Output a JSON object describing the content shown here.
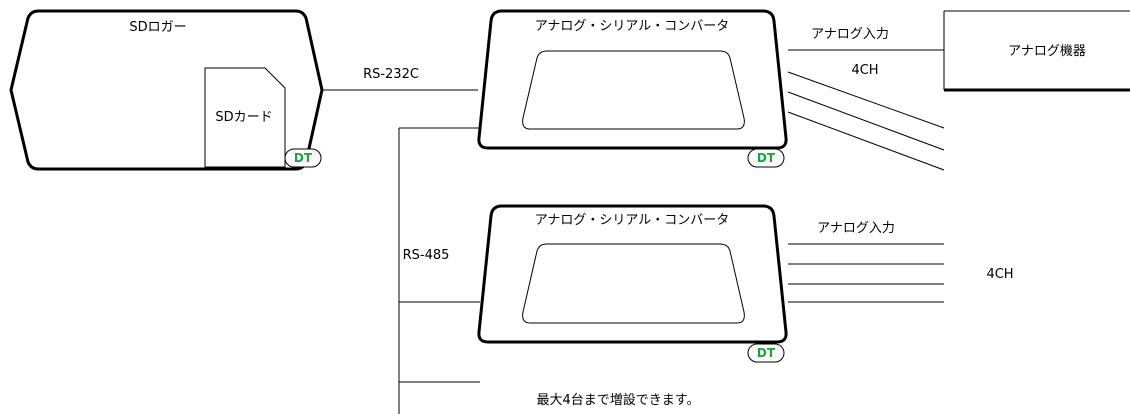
{
  "logger": {
    "title": "SDロガー",
    "card_label": "SDカード",
    "dt_badge": "DT"
  },
  "converter_top": {
    "title": "アナログ・シリアル・コンバータ",
    "dt_badge": "DT",
    "input_label": "アナログ入力",
    "channels_label": "4CH"
  },
  "converter_bottom": {
    "title": "アナログ・シリアル・コンバータ",
    "dt_badge": "DT",
    "input_label": "アナログ入力",
    "channels_label": "4CH"
  },
  "device": {
    "label": "アナログ機器"
  },
  "links": {
    "rs232c_label": "RS-232C",
    "rs485_label": "RS-485"
  },
  "note": {
    "text": "最大4台まで増設できます。"
  },
  "colors": {
    "line": "#000000",
    "dt_badge_text": "#1aa33a",
    "background": "#ffffff"
  }
}
